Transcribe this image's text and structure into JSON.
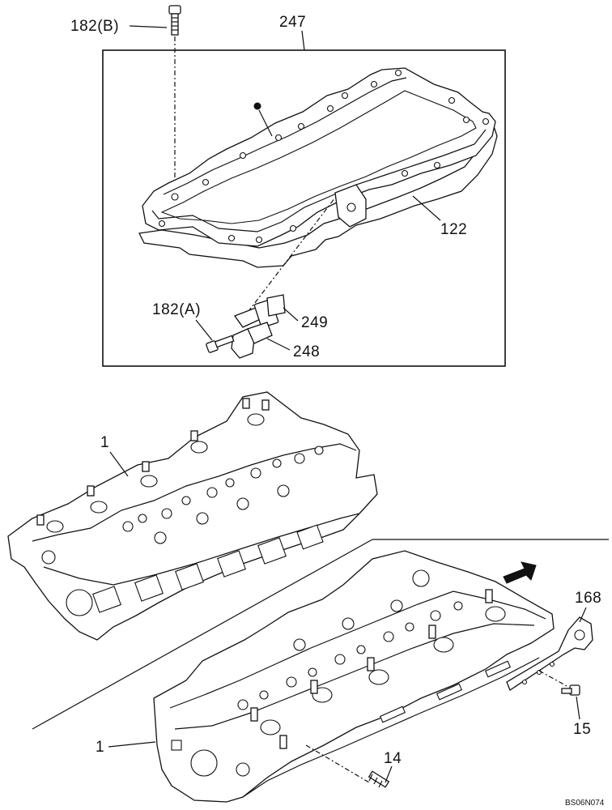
{
  "callouts": {
    "c247": "247",
    "c182b": "182(B)",
    "c122": "122",
    "c182a": "182(A)",
    "c249": "249",
    "c248": "248",
    "c1_upper": "1",
    "c1_lower": "1",
    "c168": "168",
    "c15": "15",
    "c14": "14"
  },
  "figure_code": "BS06N074"
}
